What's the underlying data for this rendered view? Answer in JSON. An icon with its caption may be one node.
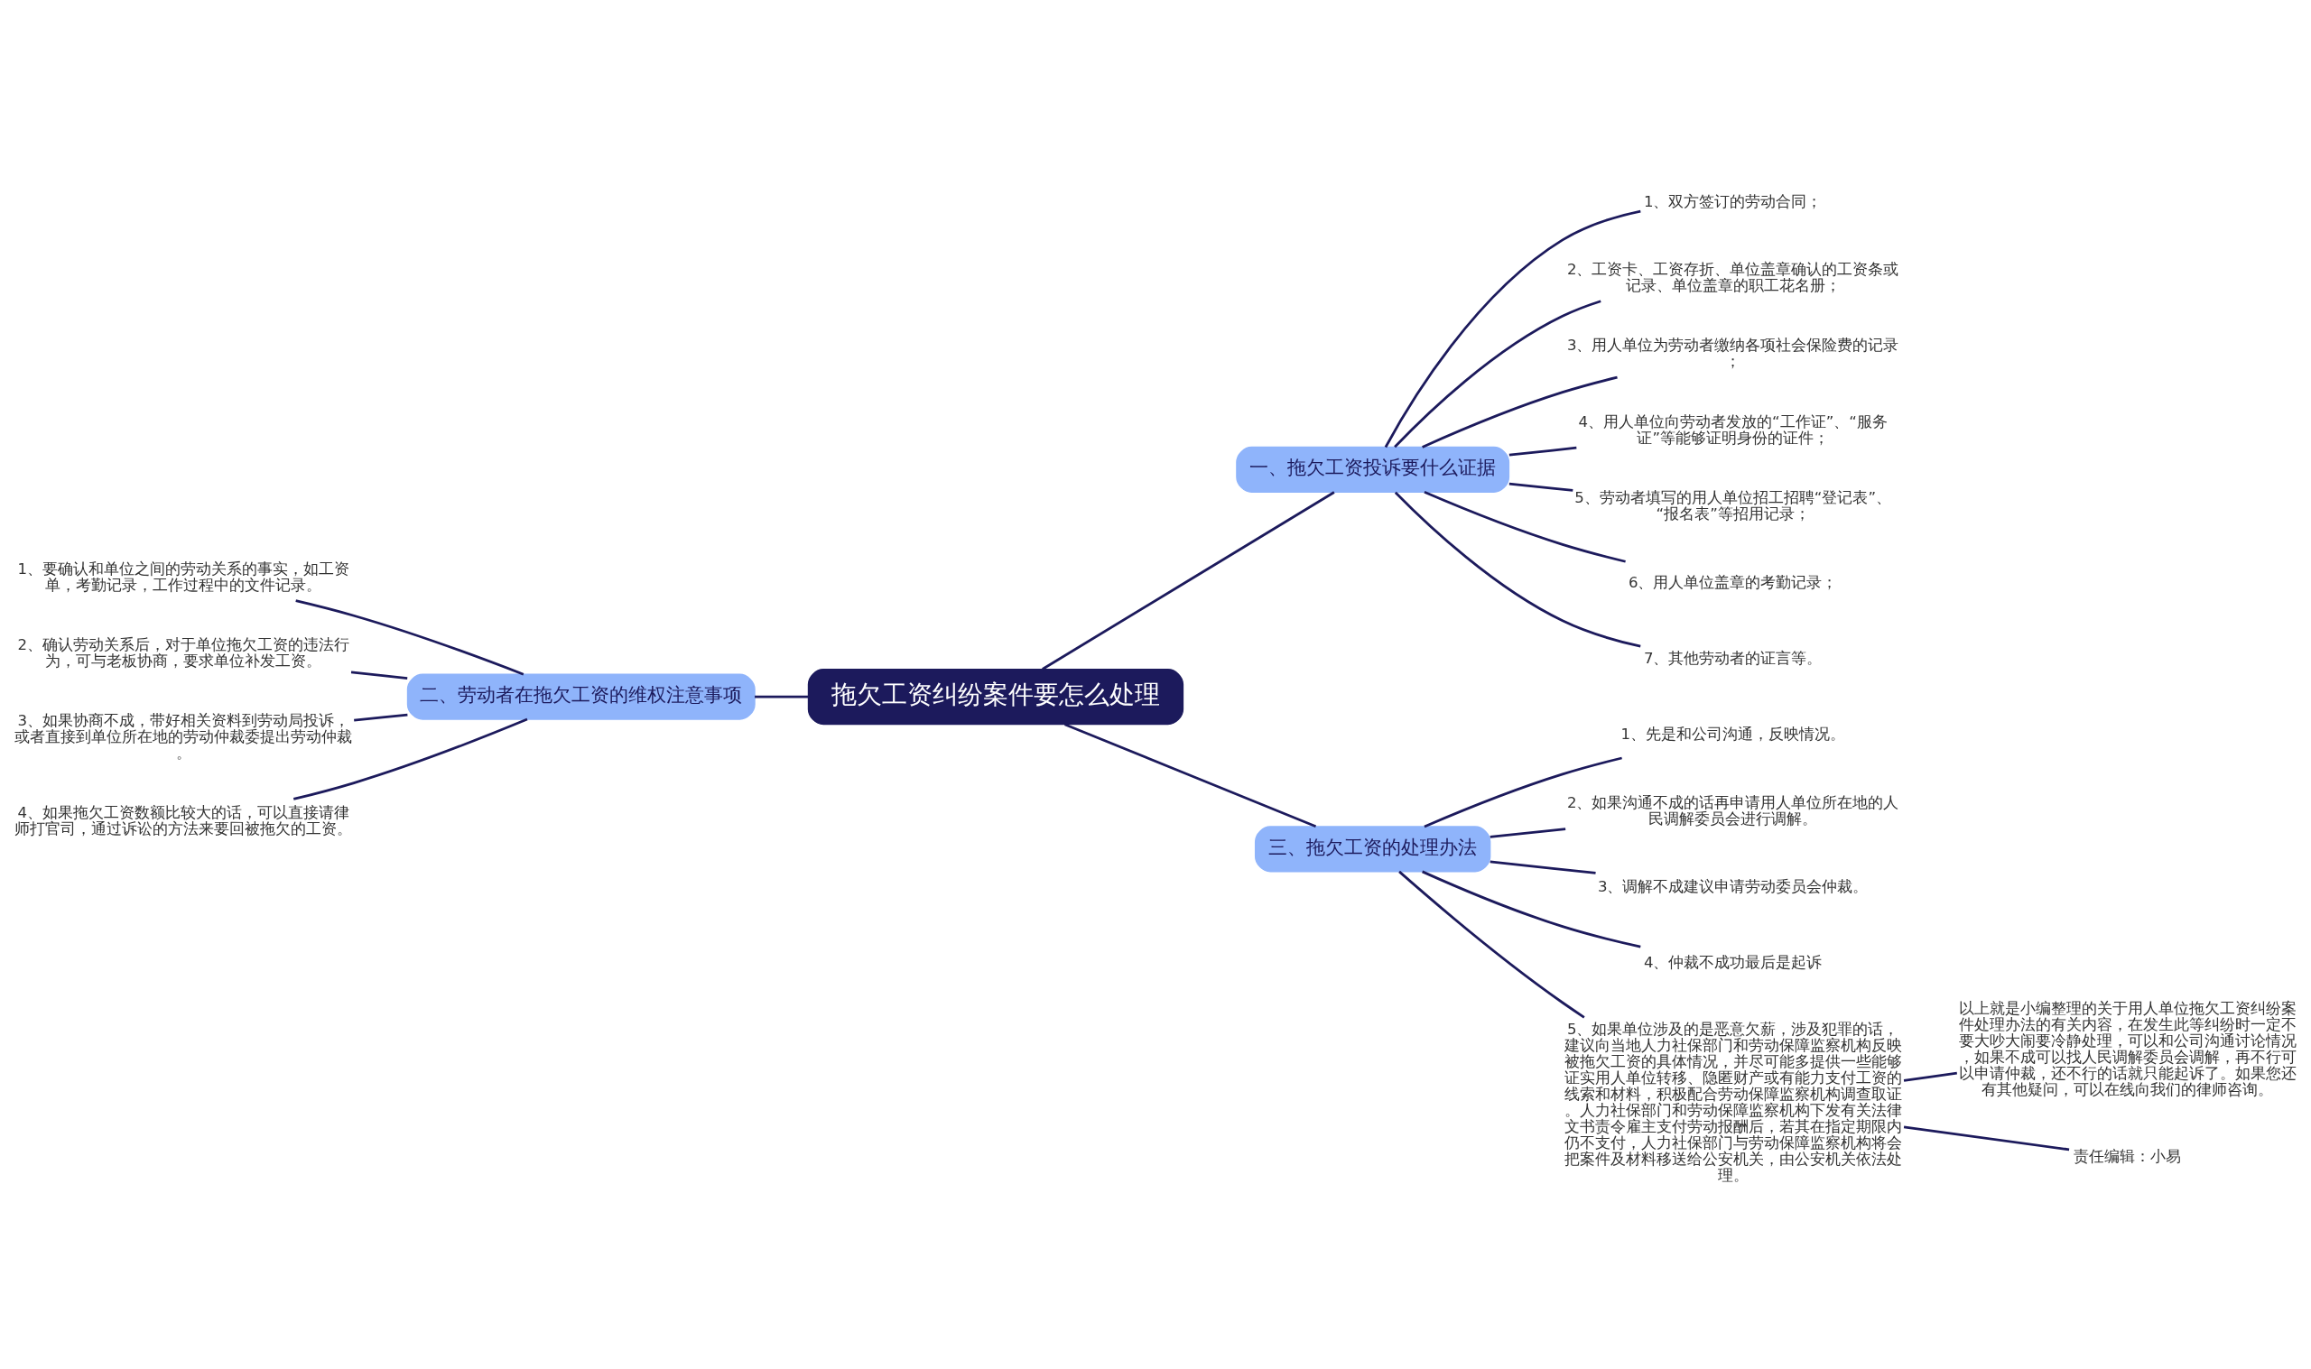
{
  "diagram": {
    "nodes": [
      {
        "text": [
          "拖欠工资纠纷案件要怎么处理"
        ]
      },
      {
        "text": [
          "二、劳动者在拖欠工资的维权注意事项"
        ]
      },
      {
        "text": [
          "1、要确认和单位之间的劳动关系的事实，如工资单，考勤记录，工作过程中的文件记录。"
        ]
      },
      {
        "text": [
          "2、确认劳动关系后，对于单位拖欠工资的违法行为，可与老板协商，要求单位补发工资。"
        ]
      },
      {
        "text": [
          "3、如果协商不成，带好相关资料到劳动局投诉，或者直接到单位所在地的劳动仲裁委提出劳动仲裁。"
        ]
      },
      {
        "text": [
          "4、如果拖欠工资数额比较大的话，可以直接请律师打官司，通过诉讼的方法来要回被拖欠的工资。"
        ]
      },
      {
        "text": [
          "一、拖欠工资投诉要什么证据"
        ]
      },
      {
        "text": [
          "1、双方签订的劳动合同；"
        ]
      },
      {
        "text": [
          "2、工资卡、工资存折、单位盖章确认的工资条或记录、单位盖章的职工花名册；"
        ]
      },
      {
        "text": [
          "3、用人单位为劳动者缴纳各项社会保险费的记录；"
        ]
      },
      {
        "text": [
          "4、用人单位向劳动者发放的“工作证”、“服务证”等能够证明身份的证件；"
        ]
      },
      {
        "text": [
          "5、劳动者填写的用人单位招工招聘“登记表”、“报名表”等招用记录；"
        ]
      },
      {
        "text": [
          "6、用人单位盖章的考勤记录；"
        ]
      },
      {
        "text": [
          "7、其他劳动者的证言等。"
        ]
      },
      {
        "text": [
          "三、拖欠工资的处理办法"
        ]
      },
      {
        "text": [
          "1、先是和公司沟通，反映情况。"
        ]
      },
      {
        "text": [
          "2、如果沟通不成的话再申请用人单位所在地的人民调解委员会进行调解。"
        ]
      },
      {
        "text": [
          "3、调解不成建议申请劳动委员会仲裁。"
        ]
      },
      {
        "text": [
          "4、仲裁不成功最后是起诉"
        ]
      },
      {
        "text": [
          "5、如果单位涉及的是恶意欠薪，涉及犯罪的话，建议向当地人力社保部门和劳动保障监察机构反映被拖欠工资的具体情况，并尽可能多提供一些能够证实用人单位转移、隐匿财产或有能力支付工资的线索和材料，积极配合劳动保障监察机构调查取证。人力社保部门和劳动保障监察机构下发有关法律文书责令雇主支付劳动报酬后，若其在指定期限内仍不支付，人力社保部门与劳动保障监察机构将会把案件及材料移送给公安机关，由公安机关依法处理。"
        ]
      },
      {
        "text": [
          "以上就是小编整理的关于用人单位拖欠工资纠纷案件处理办法的有关内容，在发生此等纠纷时一定不要大吵大闹要冷静处理，可以和公司沟通讨论情况，如果不成可以找人民调解委员会调解，再不行可以申请仲裁，还不行的话就只能起诉了。如果您还有其他疑问，可以在线向我们的律师咨询。"
        ]
      },
      {
        "text": [
          "责任编辑：小易"
        ]
      }
    ],
    "edges": [
      {
        "from": 0,
        "to": 1,
        "arrow": "none"
      },
      {
        "from": 1,
        "to": 2,
        "arrow": "none"
      },
      {
        "from": 1,
        "to": 3,
        "arrow": "none"
      },
      {
        "from": 1,
        "to": 4,
        "arrow": "none"
      },
      {
        "from": 1,
        "to": 5,
        "arrow": "none"
      },
      {
        "from": 0,
        "to": 6,
        "arrow": "none"
      },
      {
        "from": 6,
        "to": 7,
        "arrow": "none"
      },
      {
        "from": 6,
        "to": 8,
        "arrow": "none"
      },
      {
        "from": 6,
        "to": 9,
        "arrow": "none"
      },
      {
        "from": 6,
        "to": 10,
        "arrow": "none"
      },
      {
        "from": 6,
        "to": 11,
        "arrow": "none"
      },
      {
        "from": 6,
        "to": 12,
        "arrow": "none"
      },
      {
        "from": 6,
        "to": 13,
        "arrow": "none"
      },
      {
        "from": 0,
        "to": 14,
        "arrow": "none"
      },
      {
        "from": 14,
        "to": 15,
        "arrow": "none"
      },
      {
        "from": 14,
        "to": 16,
        "arrow": "none"
      },
      {
        "from": 14,
        "to": 17,
        "arrow": "none"
      },
      {
        "from": 14,
        "to": 18,
        "arrow": "none"
      },
      {
        "from": 14,
        "to": 19,
        "arrow": "none"
      },
      {
        "from": 19,
        "to": 20,
        "arrow": "none"
      },
      {
        "from": 19,
        "to": 21,
        "arrow": "none"
      }
    ]
  }
}
